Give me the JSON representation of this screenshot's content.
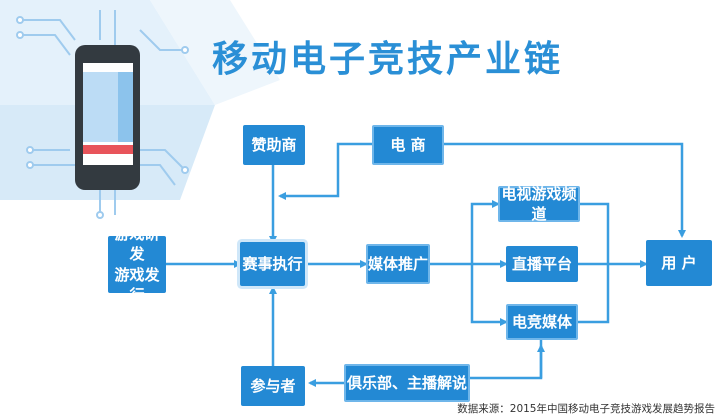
{
  "title": "移动电子竞技产业链",
  "nodes": {
    "sponsor": "赞助商",
    "ecommerce": "电 商",
    "dev_line1": "游戏研发",
    "dev_line2": "游戏发行",
    "event": "赛事执行",
    "media": "媒体推广",
    "tv_channel": "电视游戏频道",
    "live_platform": "直播平台",
    "esports_media": "电竞媒体",
    "users": "用 户",
    "participants": "参与者",
    "clubs": "俱乐部、主播解说"
  },
  "source_note": "数据来源：2015年中国移动电子竞技游戏发展趋势报告",
  "colors": {
    "box": "#2389d4",
    "line": "#3a9ee0",
    "title": "#2a8fd6",
    "decor": "#cfe6f7"
  }
}
